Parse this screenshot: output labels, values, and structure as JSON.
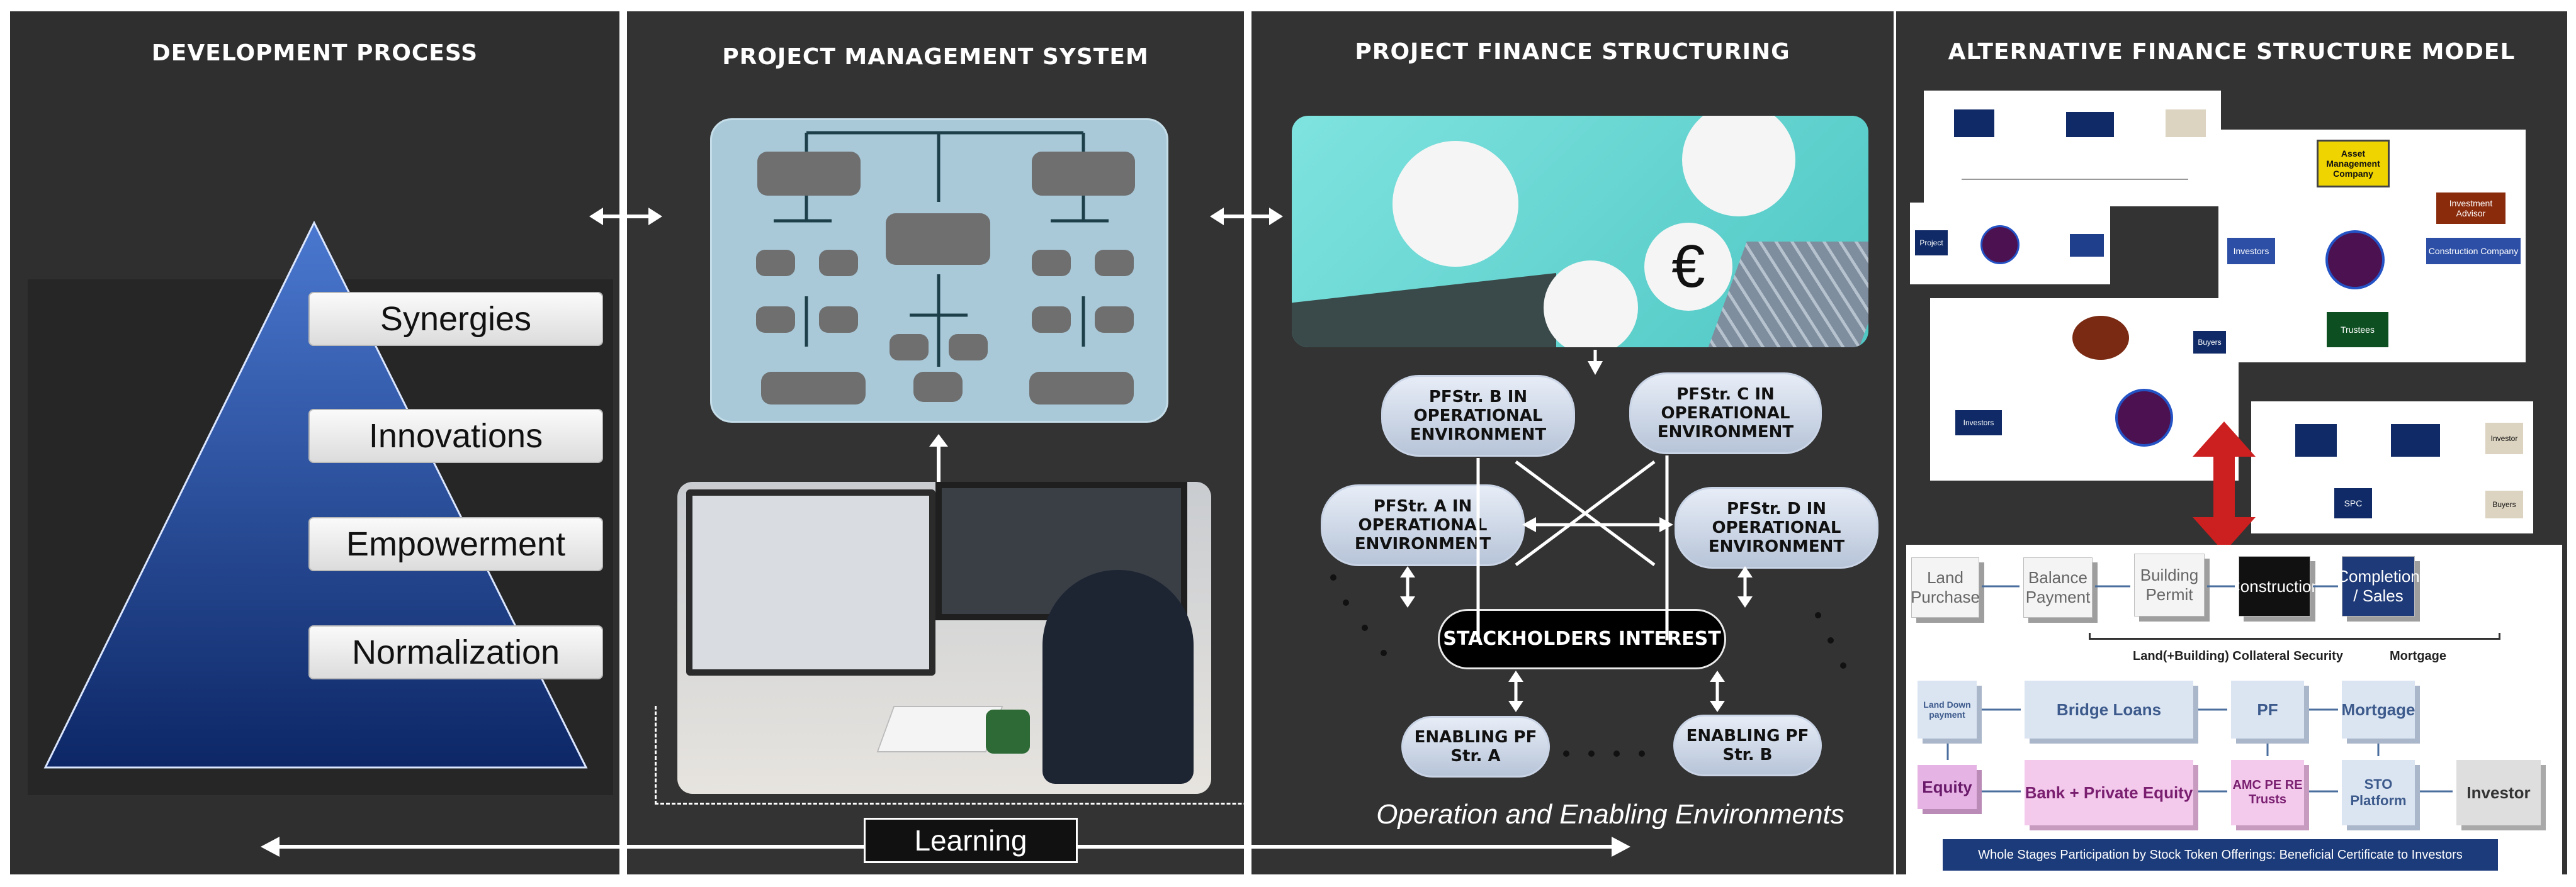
{
  "panels": {
    "development": {
      "title": "DEVELOPMENT PROCESS",
      "pyramid_labels": [
        "Synergies",
        "Innovations",
        "Empowerment",
        "Normalization"
      ]
    },
    "pms": {
      "title": "PROJECT  MANAGEMENT  SYSTEM"
    },
    "pfs": {
      "title": "PROJECT FINANCE STRUCTURING",
      "ovals": {
        "b": "PFStr. B IN OPERATIONAL ENVIRONMENT",
        "c": "PFStr. C IN OPERATIONAL ENVIRONMENT",
        "a": "PFStr. A IN OPERATIONAL ENVIRONMENT",
        "d": "PFStr. D IN OPERATIONAL ENVIRONMENT",
        "stake": "STACKHOLDERS INTEREST",
        "enable_a": "ENABLING PF Str. A",
        "enable_b": "ENABLING PF Str. B"
      },
      "operation_label": "Operation and Enabling Environments"
    },
    "afs": {
      "title": "ALTERNATIVE FINANCE STRUCTURE MODEL",
      "models": {
        "asset_mgmt": "Asset Management Company",
        "investment_adviser": "Investment Advisor",
        "construction_company": "Construction Company",
        "trustees": "Trustees",
        "investors": "Investors",
        "buyers": "Buyers",
        "investor": "Investor",
        "project": "Project",
        "spc": "SPC"
      },
      "flow_top": [
        "Land Purchase",
        "Balance Payment",
        "Building Permit",
        "Construction",
        "Completion / Sales"
      ],
      "collateral": "Land(+Building) Collateral Security",
      "mortgage_label": "Mortgage",
      "boxes": {
        "land_down": "Land Down payment",
        "bridge": "Bridge Loans",
        "pf": "PF",
        "mortgage": "Mortgage",
        "equity": "Equity",
        "bank": "Bank + Private Equity",
        "amc": "AMC PE RE Trusts",
        "sto": "STO Platform",
        "investor": "Investor"
      },
      "bottom_bar": "Whole Stages Participation by Stock Token Offerings: Beneficial Certificate to Investors"
    }
  },
  "learning_label": "Learning",
  "colors": {
    "panel_bg": "#2f2f2f",
    "pyramid_top": "#3f6cc4",
    "pyramid_bottom": "#0e2a6b",
    "org_bg": "#a9c9d9",
    "accent_red": "#cc1f1f"
  }
}
